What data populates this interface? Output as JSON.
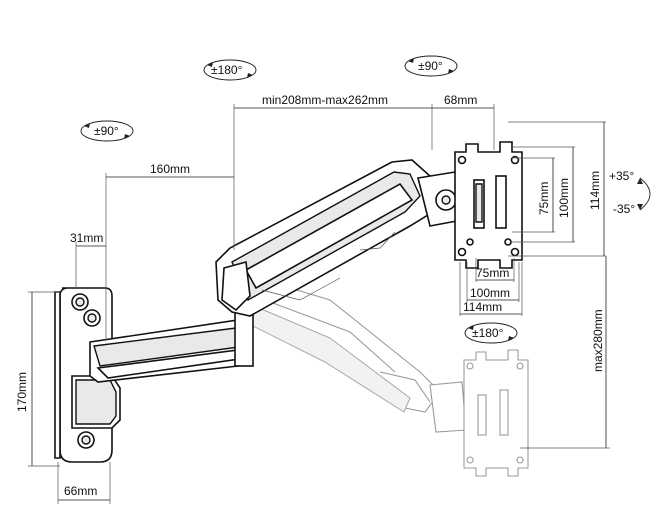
{
  "rotations": {
    "base_swivel": "±90°",
    "arm_swivel": "±180°",
    "head_swivel": "±90°",
    "rotation": "±180°",
    "tilt_up": "+35°",
    "tilt_down": "-35°"
  },
  "dimensions": {
    "arm_reach": "min208mm-max262mm",
    "head_offset": "68mm",
    "lower_arm": "160mm",
    "wall_offset": "31mm",
    "wall_plate_height": "170mm",
    "wall_plate_width": "66mm",
    "vesa_75_h": "75mm",
    "vesa_100_h": "100mm",
    "vesa_114_h": "114mm",
    "vesa_75_w": "75mm",
    "vesa_100_w": "100mm",
    "vesa_114_w": "114mm",
    "max_height": "max280mm"
  }
}
